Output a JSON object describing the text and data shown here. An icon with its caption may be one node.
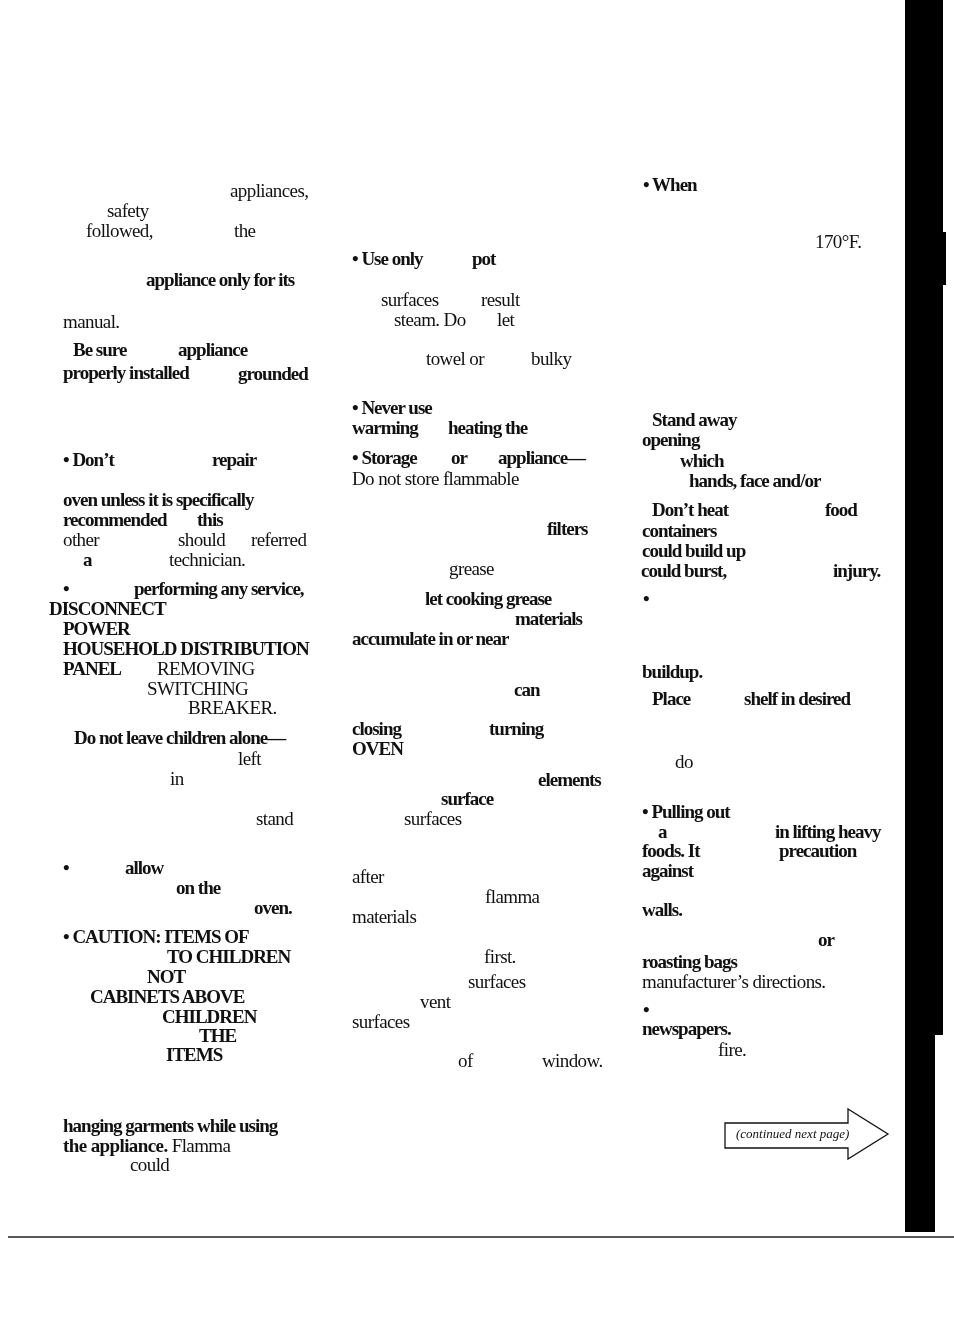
{
  "diagram": {
    "nodes": [
      {
        "text": [
          "(continued next page)"
        ]
      },
      {
        "text": [],
        "shape": "bar"
      }
    ],
    "edges": [],
    "labels": [
      "appliances,",
      "safety",
      "followed,",
      "the",
      "appliance only for its",
      "manual.",
      "Be sure",
      "appliance",
      "properly installed",
      "grounded",
      "• Don’t",
      "repair",
      "oven unless it is specifically",
      "recommended",
      "this",
      "other",
      "should",
      "referred",
      "a",
      "technician.",
      "•",
      "performing any service,",
      "DISCONNECT",
      "POWER",
      "HOUSEHOLD DISTRIBUTION",
      "PANEL",
      "REMOVING",
      "SWITCHING",
      "BREAKER.",
      "Do not leave children alone—",
      "left",
      "in",
      "stand",
      "•",
      "allow",
      "on the",
      "oven.",
      "• CAUTION: ITEMS OF",
      "TO CHILDREN",
      "NOT",
      "CABINETS ABOVE",
      "CHILDREN",
      "THE",
      "ITEMS",
      "hanging garments while using",
      "**the appliance.** Flamma",
      "could",
      "• Use only",
      "pot",
      "surfaces",
      "result",
      "steam. Do",
      "let",
      "towel or",
      "bulky",
      "• Never use",
      "warming",
      "heating the",
      "• Storage",
      "or",
      "appliance—",
      "Do not store flammable",
      "filters",
      "grease",
      "let cooking grease",
      "materials",
      "accumulate in or near",
      "can",
      "closing",
      "turning",
      "OVEN",
      "elements",
      "surface",
      "surfaces",
      "after",
      "flamma",
      "materials",
      "first.",
      "surfaces",
      "vent",
      "surfaces",
      "of",
      "window.",
      "• When",
      "170°F.",
      "Stand away",
      "opening",
      "which",
      "hands, face and/or",
      "Don’t heat",
      "food",
      "containers",
      "could build up",
      "could burst,",
      "injury.",
      "•",
      "buildup.",
      "Place",
      "shelf in desired",
      "do",
      "• Pulling out",
      "a",
      "in lifting heavy",
      "foods. It",
      "precaution",
      "against",
      "walls.",
      "or",
      "roasting bags",
      "manufacturer’s directions.",
      "•",
      "newspapers.",
      "fire."
    ]
  }
}
